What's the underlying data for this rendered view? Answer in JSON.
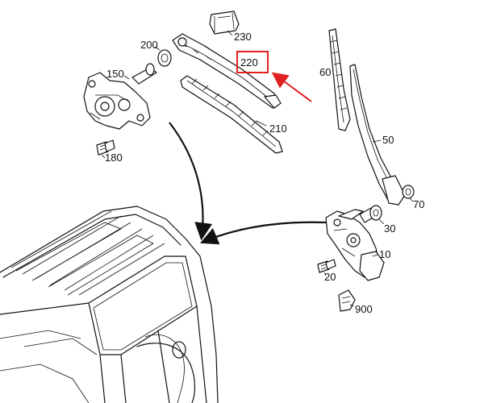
{
  "callouts": {
    "c230": "230",
    "c200": "200",
    "c220": "220",
    "c60": "60",
    "c150": "150",
    "c210": "210",
    "c50": "50",
    "c180": "180",
    "c70": "70",
    "c30": "30",
    "c10": "10",
    "c20": "20",
    "c900": "900"
  },
  "highlight": {
    "color": "#e02020",
    "target": "220"
  }
}
